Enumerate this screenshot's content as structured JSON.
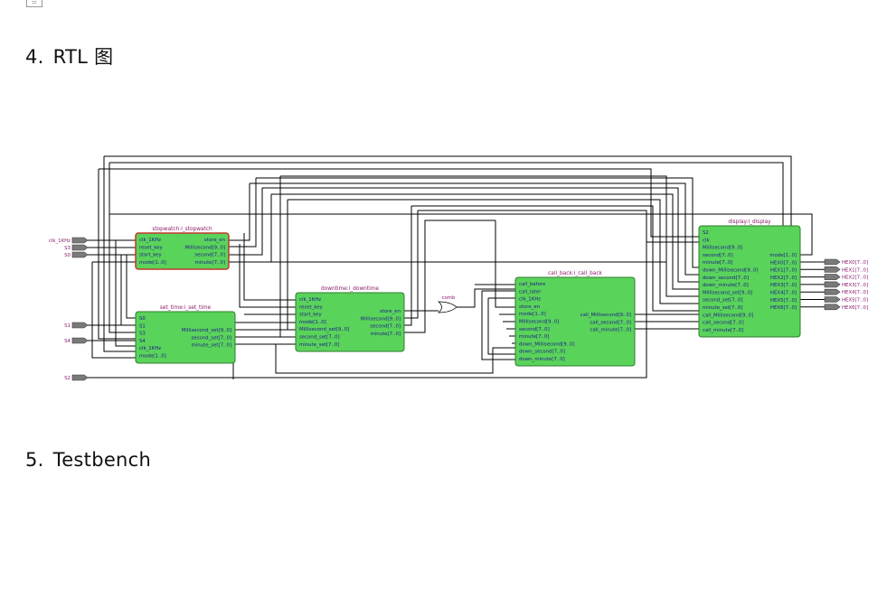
{
  "document": {
    "sections": [
      {
        "number": "4.",
        "title": "RTL 图"
      },
      {
        "number": "5.",
        "title": "Testbench"
      }
    ],
    "corner_mark": "☷"
  },
  "rtl": {
    "inputs_left": [
      "clk_1KHz",
      "S3",
      "S0",
      "S1",
      "S4",
      "S2"
    ],
    "outputs_right": [
      "HEX0[7..0]",
      "HEX1[7..0]",
      "HEX2[7..0]",
      "HEX3[7..0]",
      "HEX4[7..0]",
      "HEX5[7..0]",
      "HEX6[7..0]"
    ],
    "gate_label": "comb",
    "blocks": [
      {
        "id": "stopwatch",
        "title": "stopwatch:i_stopwatch",
        "left": [
          "clk_1KHz",
          "reset_key",
          "start_key",
          "mode[1..0]"
        ],
        "right": [
          "store_en",
          "Millisecond[9..0]",
          "second[7..0]",
          "minute[7..0]"
        ]
      },
      {
        "id": "set_time",
        "title": "set_time:i_set_time",
        "left": [
          "S0",
          "S1",
          "S3",
          "S4",
          "clk_1KHz",
          "mode[1..0]"
        ],
        "right": [
          "Millisecond_set[9..0]",
          "second_set[7..0]",
          "minute_set[7..0]"
        ]
      },
      {
        "id": "downtime",
        "title": "downtime:i_downtime",
        "left": [
          "clk_1KHz",
          "reset_key",
          "start_key",
          "mode[1..0]",
          "Millisecond_set[9..0]",
          "second_set[7..0]",
          "minute_set[7..0]"
        ],
        "right": [
          "store_en",
          "Millisecond[9..0]",
          "second[7..0]",
          "minute[7..0]"
        ]
      },
      {
        "id": "call_back",
        "title": "call_back:i_call_back",
        "left": [
          "call_before",
          "call_later",
          "clk_1KHz",
          "store_en",
          "mode[1..0]",
          "Millisecond[9..0]",
          "second[7..0]",
          "minute[7..0]",
          "down_Millisecond[9..0]",
          "down_second[7..0]",
          "down_minute[7..0]"
        ],
        "right": [
          "call_Millisecond[9..0]",
          "call_second[7..0]",
          "call_minute[7..0]"
        ]
      },
      {
        "id": "display",
        "title": "display:i_display",
        "left": [
          "S2",
          "clk",
          "Millisecond[9..0]",
          "second[7..0]",
          "minute[7..0]",
          "down_Millisecond[9..0]",
          "down_second[7..0]",
          "down_minute[7..0]",
          "Millisecond_set[9..0]",
          "second_set[7..0]",
          "minute_set[7..0]",
          "call_Millisecond[9..0]",
          "call_second[7..0]",
          "call_minute[7..0]"
        ],
        "right": [
          "mode[1..0]",
          "HEX0[7..0]",
          "HEX1[7..0]",
          "HEX2[7..0]",
          "HEX3[7..0]",
          "HEX4[7..0]",
          "HEX5[7..0]",
          "HEX6[7..0]"
        ]
      }
    ]
  }
}
